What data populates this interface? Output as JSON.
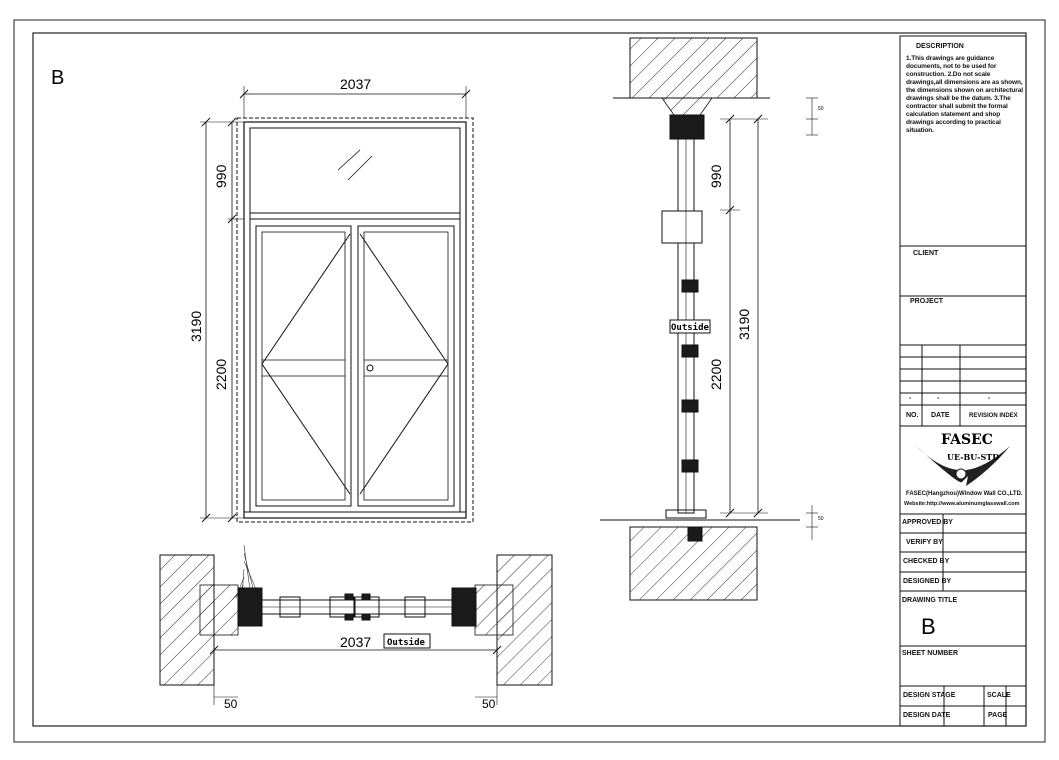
{
  "view_label": "B",
  "elevation": {
    "width_dim": "2037",
    "overall_height_dim": "3190",
    "transom_height_dim": "990",
    "door_height_dim": "2200"
  },
  "section": {
    "transom_height_dim": "990",
    "overall_height_dim": "3190",
    "door_height_dim": "2200",
    "outside_label": "Outside",
    "dim_50_top": "50",
    "dim_50_bottom": "50"
  },
  "plan": {
    "width_dim": "2037",
    "outside_label": "Outside",
    "dim_50_left": "50",
    "dim_50_right": "50"
  },
  "title_block": {
    "description_heading": "DESCRIPTION",
    "description_text": "1.This drawings are guidance documents, not to be used for construction. 2.Do not scale drawings,all dimensions are as shown, the dimensions shown on architectural drawings shall be the datum. 3.The contractor shall submit the formal calculation statement and shop drawings according to practical situation.",
    "client_label": "CLIENT",
    "project_label": "PROJECT",
    "rev_dash_1": "-",
    "rev_dash_2": "-",
    "rev_dash_3": "-",
    "no_label": "NO.",
    "date_label": "DATE",
    "revision_index_label": "REVISION INDEX",
    "logo_text": "FASEC",
    "logo_subtext": "UE-BU-STD",
    "company_name": "FASEC(Hangzhou)Window Wall CO.,LTD.",
    "website": "Website:http://www.aluminumglasswall.com",
    "approved_by_label": "APPROVED BY",
    "verify_by_label": "VERIFY BY",
    "checked_by_label": "CHECKED BY",
    "designed_by_label": "DESIGNED BY",
    "drawing_title_label": "DRAWING TITLE",
    "drawing_title_value": "B",
    "sheet_number_label": "SHEET NUMBER",
    "design_stage_label": "DESIGN STAGE",
    "scale_label": "SCALE",
    "design_date_label": "DESIGN DATE",
    "page_label": "PAGE"
  },
  "colors": {
    "line": "#111111",
    "hatch": "#333333",
    "profile_fill": "#1a1a1a"
  }
}
